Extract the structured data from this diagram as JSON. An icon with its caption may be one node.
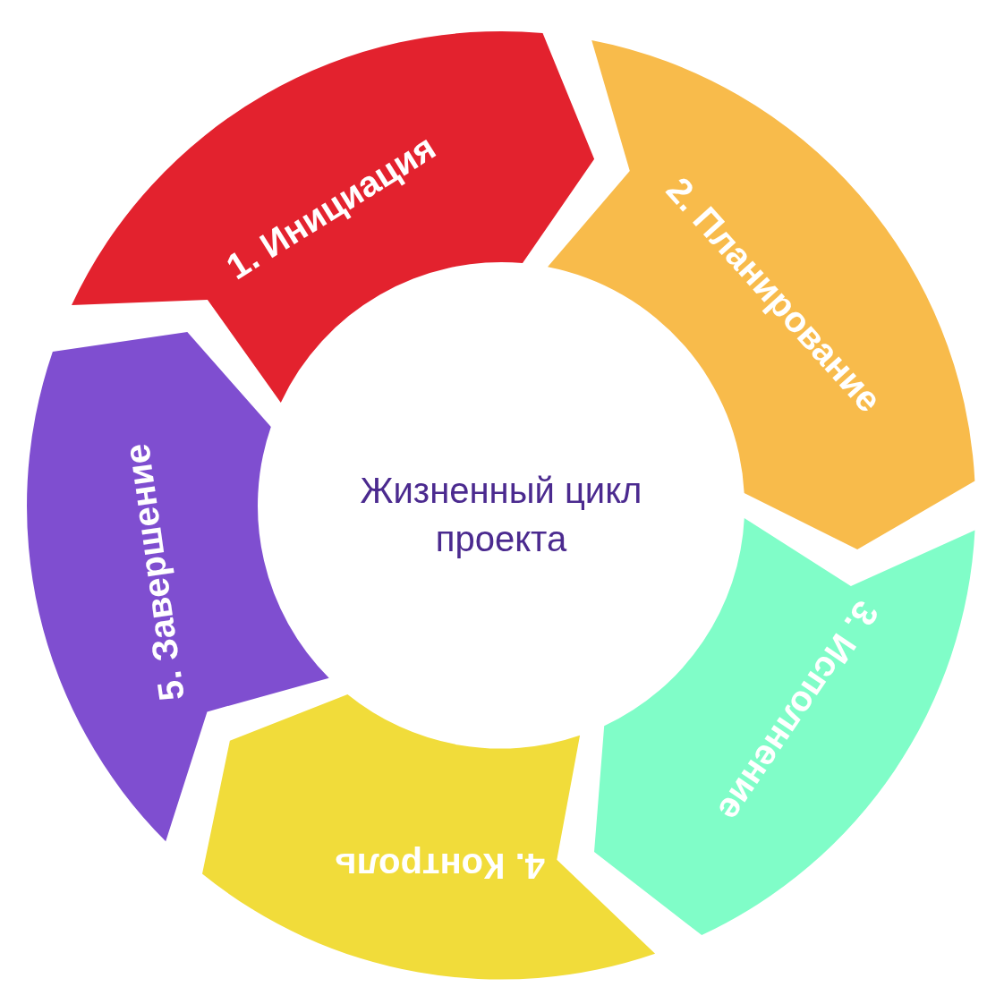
{
  "diagram": {
    "nodes": [
      {
        "text": [
          "1. Инициация"
        ]
      },
      {
        "text": [
          "2. Планирование"
        ]
      },
      {
        "text": [
          "3. Исполнение"
        ]
      },
      {
        "text": [
          "4. Контроль"
        ]
      },
      {
        "text": [
          "5. Завершение"
        ]
      },
      {
        "text": [
          "Жизненный цикл проекта"
        ]
      }
    ]
  }
}
